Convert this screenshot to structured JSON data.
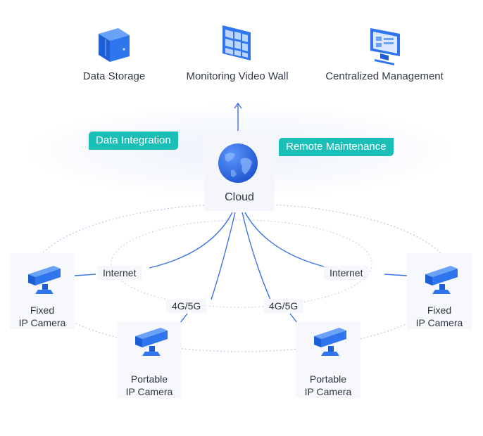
{
  "top_nodes": [
    {
      "label": "Data Storage",
      "icon": "server-cube-icon"
    },
    {
      "label": "Monitoring Video Wall",
      "icon": "video-wall-icon"
    },
    {
      "label": "Centralized Management",
      "icon": "monitor-dashboard-icon"
    }
  ],
  "tags": {
    "left": "Data Integration",
    "right": "Remote Maintenance"
  },
  "cloud": {
    "label": "Cloud",
    "icon": "globe-icon"
  },
  "connections": {
    "internet_left": "Internet",
    "internet_right": "Internet",
    "cellular_left": "4G/5G",
    "cellular_right": "4G/5G"
  },
  "cameras": {
    "fixed_left": {
      "line1": "Fixed",
      "line2": "IP Camera"
    },
    "fixed_right": {
      "line1": "Fixed",
      "line2": "IP Camera"
    },
    "portable_left": {
      "line1": "Portable",
      "line2": "IP Camera"
    },
    "portable_right": {
      "line1": "Portable",
      "line2": "IP Camera"
    }
  },
  "colors": {
    "primary_blue": "#2f6fe4",
    "tag_teal": "#1bbfb8",
    "line_blue": "#3b74e8",
    "text": "#333a45"
  }
}
